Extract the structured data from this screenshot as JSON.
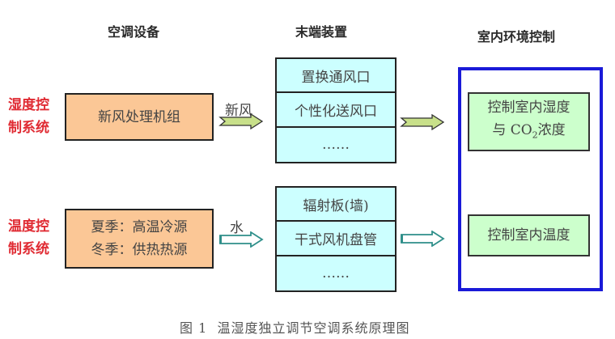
{
  "columns": {
    "equipment": "空调设备",
    "terminal": "末端装置",
    "indoor": "室内环境控制"
  },
  "rows": {
    "humidity": {
      "label_line1": "湿度控",
      "label_line2": "制系统",
      "equipment": [
        "新风处理机组"
      ],
      "medium": "新风",
      "terminals": [
        "置换通风口",
        "个性化送风口",
        "……"
      ],
      "control_line1": "控制室内湿度",
      "control_line2_pre": "与 CO",
      "control_line2_sub": "2",
      "control_line2_post": "浓度"
    },
    "temperature": {
      "label_line1": "温度控",
      "label_line2": "制系统",
      "equipment": [
        "夏季：高温冷源",
        "冬季：供热热源"
      ],
      "medium": "水",
      "terminals": [
        "辐射板(墙)",
        "干式风机盘管",
        "……"
      ],
      "control_line1": "控制室内温度"
    }
  },
  "caption": "图 1  温湿度独立调节空调系统原理图",
  "colors": {
    "row_label": "#e02b33",
    "equipment_fill": "#fbc796",
    "terminal_fill": "#ccffff",
    "control_fill": "#ccffcc",
    "indoor_border": "#1a1ad8",
    "air_arrow": "#c8e08a",
    "water_arrow": "#2f8f8a"
  }
}
